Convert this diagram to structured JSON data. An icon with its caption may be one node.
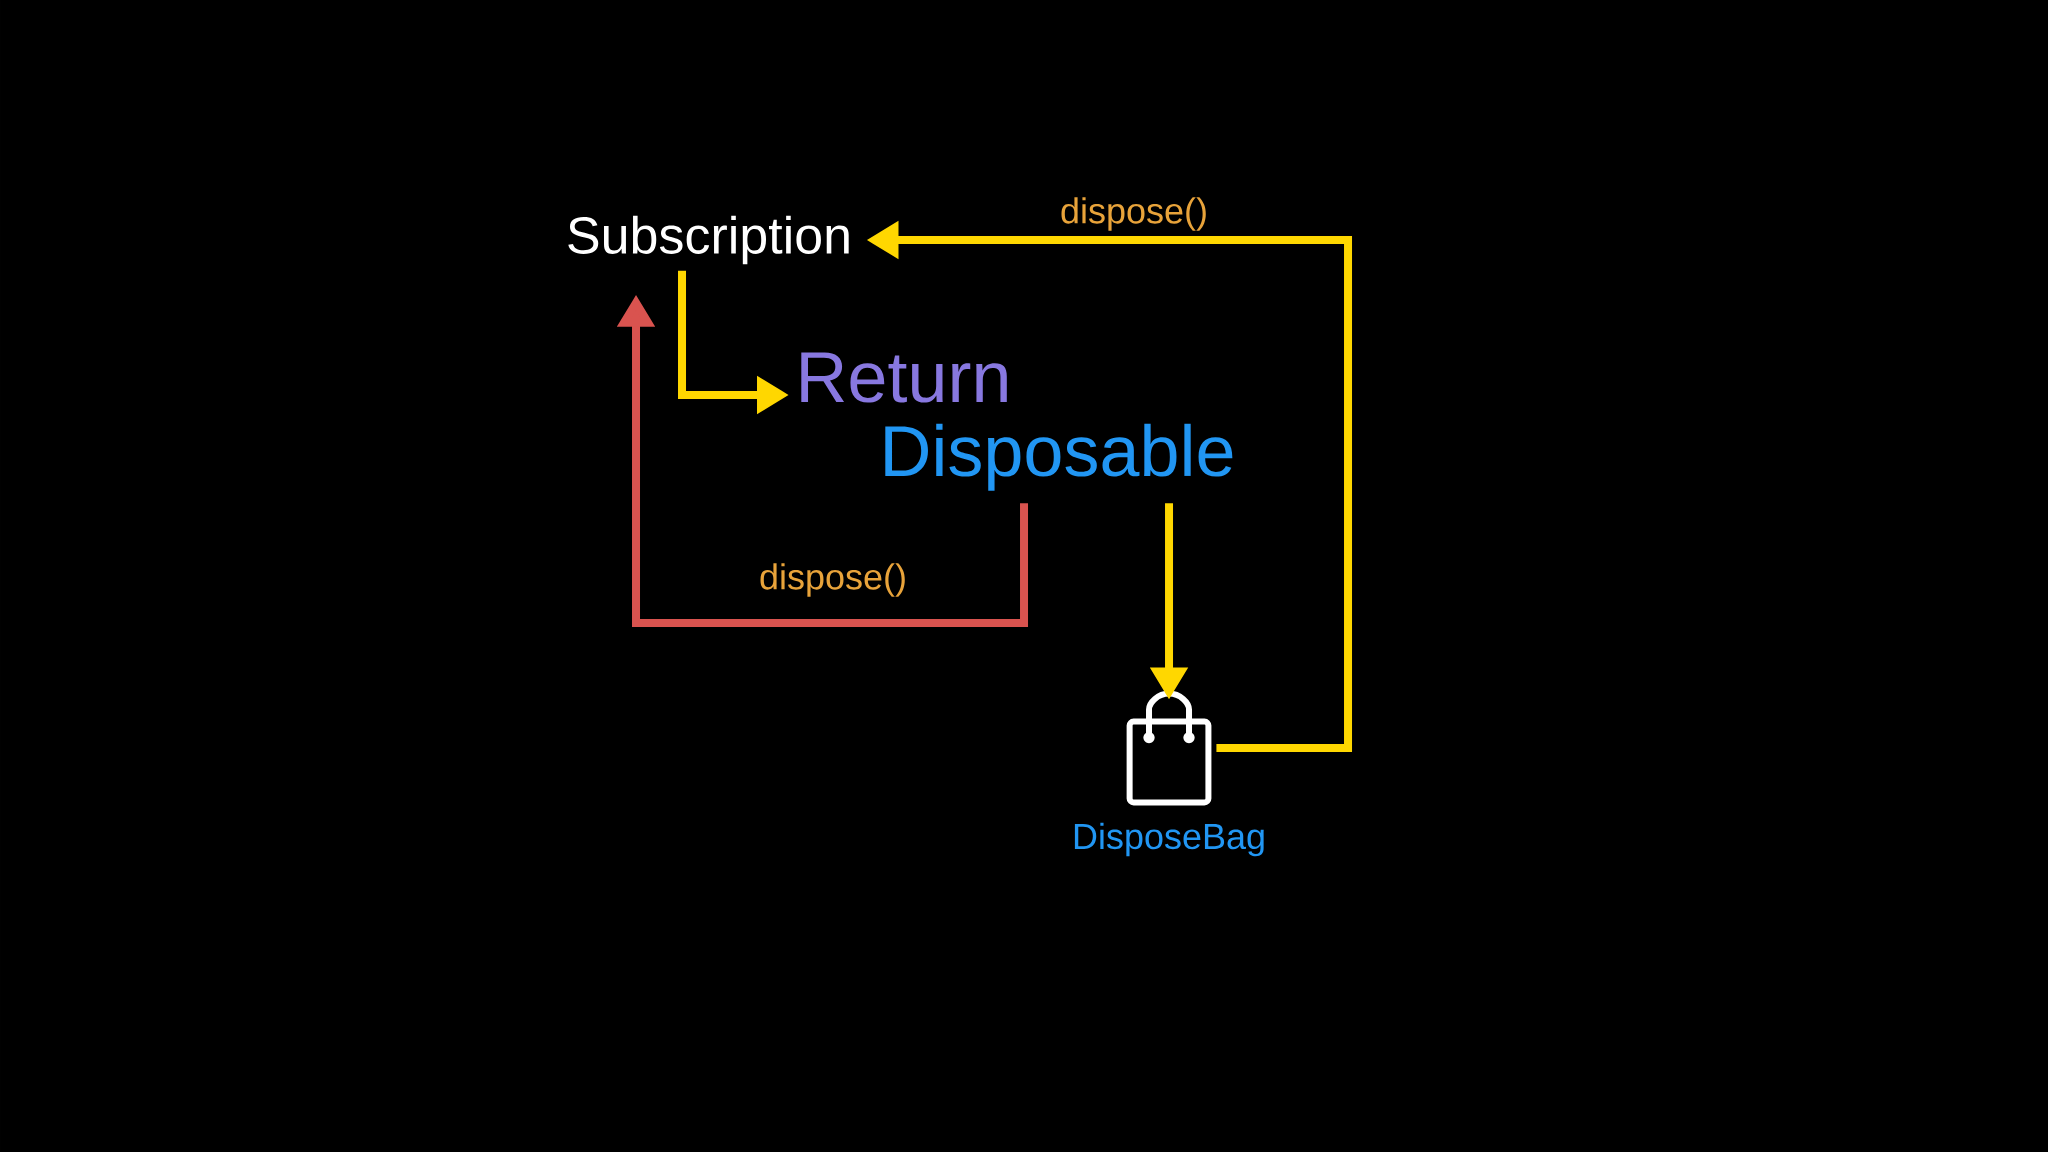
{
  "diagram": {
    "nodes": [
      {
        "text": [
          "Subscription"
        ]
      },
      {
        "text": [
          "Return",
          "Disposable"
        ]
      },
      {
        "text": [
          "DisposeBag"
        ]
      }
    ],
    "edges": [
      {
        "from": 0,
        "to": 1,
        "arrow": "to"
      },
      {
        "from": 1,
        "to": 0,
        "arrow": "to",
        "label": "dispose()",
        "color": "#d9534f"
      },
      {
        "from": 1,
        "to": 2,
        "arrow": "to"
      },
      {
        "from": 2,
        "to": 0,
        "arrow": "to",
        "label": "dispose()"
      }
    ]
  }
}
